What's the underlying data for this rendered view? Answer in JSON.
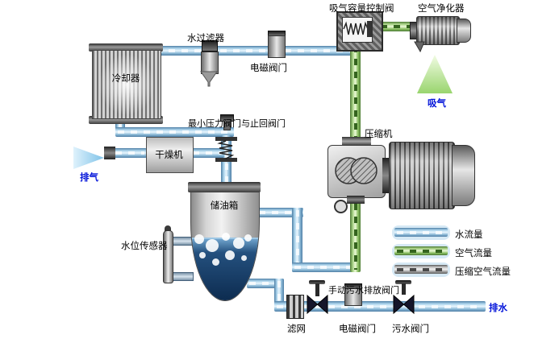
{
  "diagram": {
    "components": {
      "cooler": "冷却器",
      "water_filter": "水过滤器",
      "solenoid_valve_top": "电磁阀门",
      "intake_capacity_control_valve": "吸气容量控制阀",
      "air_purifier": "空气净化器",
      "dryer": "干燥机",
      "min_pressure_check_valve": "最小压力阀门与止回阀门",
      "compressor": "压缩机",
      "oil_tank": "储油箱",
      "water_level_sensor": "水位传感器",
      "strainer": "滤网",
      "manual_sewage_drain_valve": "手动污水排放阀门",
      "solenoid_valve_bottom": "电磁阀门",
      "sewage_valve": "污水阀门"
    },
    "flows": {
      "intake": "吸气",
      "exhaust": "排气",
      "drain": "排水"
    }
  },
  "legend": {
    "items": [
      {
        "label": "水流量",
        "type": "water"
      },
      {
        "label": "空气流量",
        "type": "air"
      },
      {
        "label": "压缩空气流量",
        "type": "compressed_air"
      }
    ]
  },
  "colors": {
    "water_pipe": "#7fb2d4",
    "air_pipe": "#8cc163",
    "compressed_pipe": "#b5b5b5",
    "label_text": "#000000",
    "flow_label_text": "#0012d9"
  }
}
